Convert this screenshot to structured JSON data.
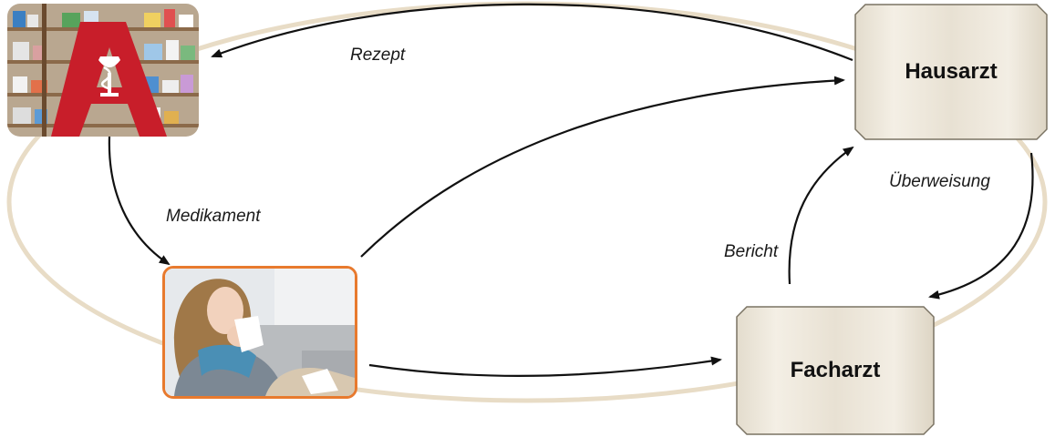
{
  "nodes": {
    "hausarzt": {
      "label": "Hausarzt"
    },
    "facharzt": {
      "label": "Facharzt"
    },
    "apotheke": {
      "icon": "pharmacy-apotheke-logo"
    },
    "patient": {
      "icon": "sick-woman-photo"
    }
  },
  "edges": {
    "rezept": "Rezept",
    "medikament": "Medikament",
    "ueberweisung": "Überweisung",
    "bericht": "Bericht"
  },
  "colors": {
    "ring": "#e8dcc6",
    "arrow": "#111111",
    "box_fill": "#ece6da",
    "box_border": "#7a7363",
    "patient_border": "#e87a2e",
    "apotheke_red": "#c81e2a"
  }
}
